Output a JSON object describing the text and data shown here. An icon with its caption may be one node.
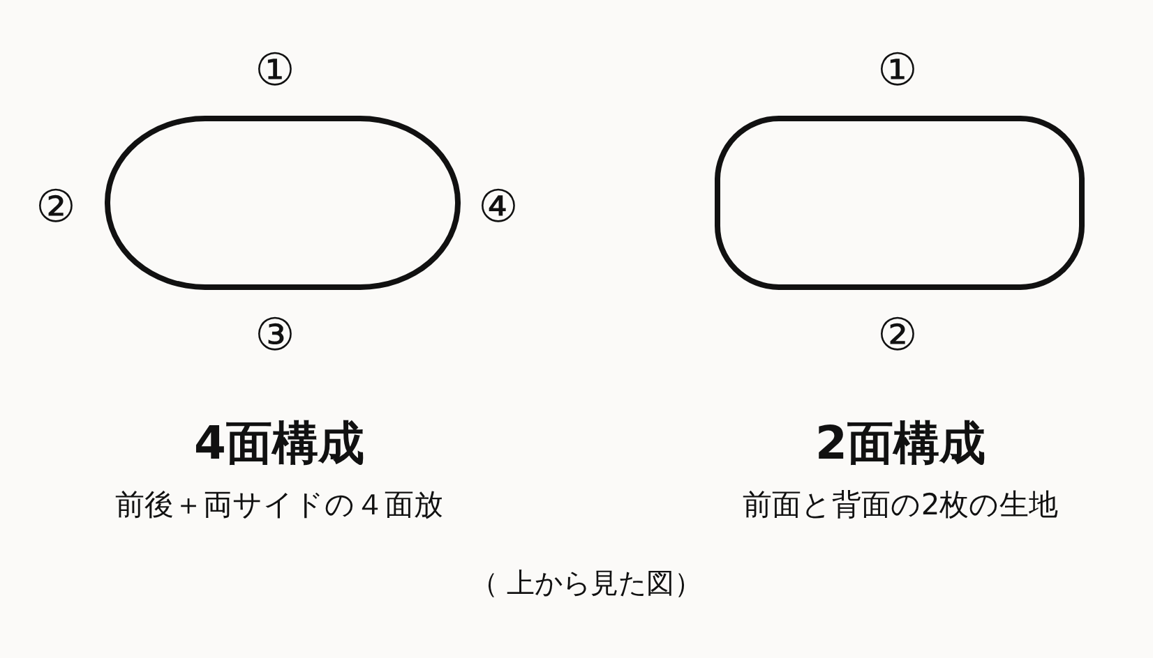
{
  "diagram": {
    "caption": "（ 上から見た図）",
    "nodes": [
      {
        "text": [],
        "shape": "oval",
        "beside": [
          "①",
          "②",
          "④",
          "③",
          "4面構成",
          "前後＋両サイドの４面放"
        ]
      },
      {
        "text": [],
        "shape": "rounded-box",
        "beside": [
          "①",
          "②",
          "2面構成",
          "前面と背面の2枚の生地"
        ]
      }
    ]
  }
}
